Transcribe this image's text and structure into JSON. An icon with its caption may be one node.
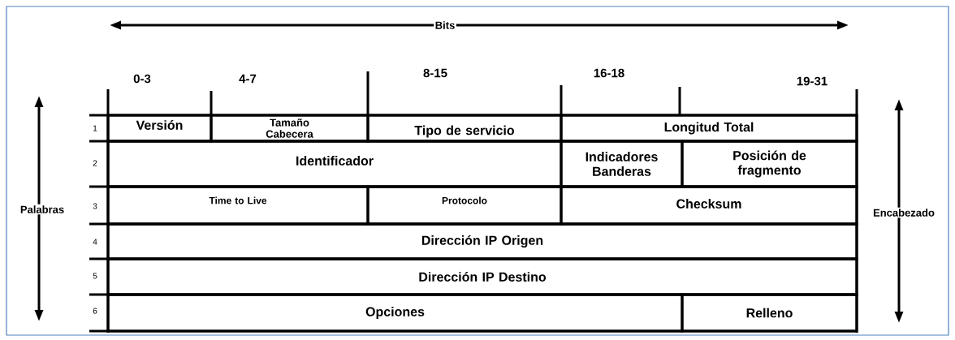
{
  "diagram": {
    "nodes": [
      {
        "text": [
          "Versión"
        ]
      },
      {
        "text": [
          "Tamaño Cabecera"
        ]
      },
      {
        "text": [
          "Tipo de servicio"
        ]
      },
      {
        "text": [
          "Longitud Total"
        ]
      },
      {
        "text": [
          "Identificador"
        ]
      },
      {
        "text": [
          "Indicadores Banderas"
        ]
      },
      {
        "text": [
          "Posición de fragmento"
        ]
      },
      {
        "text": [
          "Time to Live"
        ]
      },
      {
        "text": [
          "Protocolo"
        ]
      },
      {
        "text": [
          "Checksum"
        ]
      },
      {
        "text": [
          "Dirección IP Origen"
        ]
      },
      {
        "text": [
          "Dirección IP Destino"
        ]
      },
      {
        "text": [
          "Opciones"
        ]
      },
      {
        "text": [
          "Relleno"
        ]
      }
    ],
    "labels": [
      "Bits",
      "0-3",
      "4-7",
      "8-15",
      "16-18",
      "19-31",
      "Palabras",
      "1",
      "2",
      "3",
      "4",
      "5",
      "6",
      "Encabezado"
    ]
  }
}
